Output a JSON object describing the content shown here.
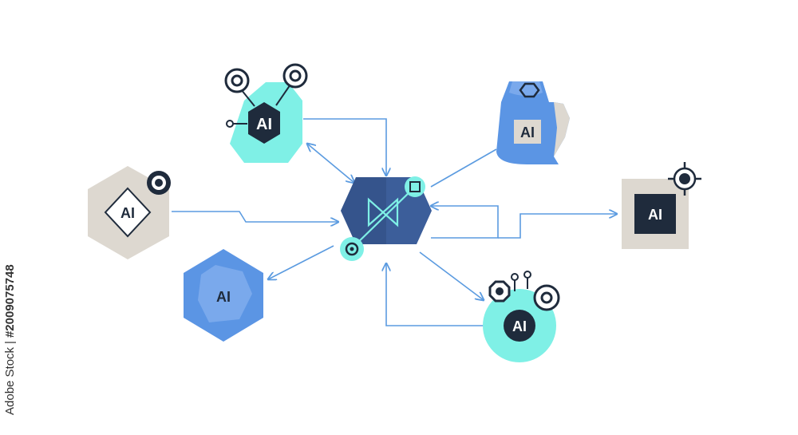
{
  "colors": {
    "hub": "#3c5e9a",
    "hub_dark": "#2f4c82",
    "line": "#5b9be0",
    "cyan": "#7ff0e6",
    "navy": "#1f2b3c",
    "beige": "#ddd8d0",
    "blue": "#5b95e4",
    "blue_light": "#7aa9ec",
    "white": "#ffffff"
  },
  "nodes": {
    "top_left": {
      "label": "AI",
      "icon": "circuit-hexagon-icon"
    },
    "top_right": {
      "label": "AI",
      "icon": "robot-bag-icon"
    },
    "left": {
      "label": "AI",
      "icon": "diamond-hexagon-icon"
    },
    "bottom_left": {
      "label": "AI",
      "icon": "blue-hexagon-icon"
    },
    "right": {
      "label": "AI",
      "icon": "chip-square-icon"
    },
    "bottom_right": {
      "label": "AI",
      "icon": "antenna-circle-icon"
    }
  },
  "hub": {
    "icon": "hourglass-network-icon"
  },
  "watermark": {
    "side_brand": "Adobe Stock",
    "side_separator": "|",
    "side_id": "#2009075748"
  }
}
